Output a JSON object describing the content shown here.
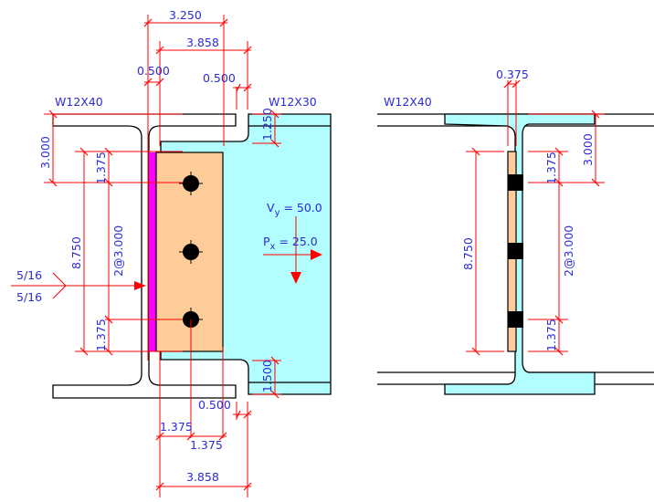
{
  "left_view": {
    "column_label": "W12X40",
    "beam_label": "W12X30",
    "dims": {
      "top_3250": "3.250",
      "top_3858": "3.858",
      "top_0500_left": "0.500",
      "top_0500_right": "0.500",
      "cope_top": "1.250",
      "cope_bottom": "1.500",
      "col_flange_3000": "3.000",
      "edge_top_1375": "1.375",
      "bolt_spacing": "2@3.000",
      "edge_bottom_1375": "1.375",
      "plate_length": "8.750",
      "bottom_0500": "0.500",
      "bottom_1375_a": "1.375",
      "bottom_1375_b": "1.375",
      "bottom_3858": "3.858"
    },
    "weld": {
      "top": "5/16",
      "bottom": "5/16"
    },
    "loads": {
      "vy_label": "V",
      "vy_sub": "y",
      "vy_value": " = 50.0",
      "px_label": "P",
      "px_sub": "x",
      "px_value": " = 25.0"
    }
  },
  "right_view": {
    "column_label": "W12X40",
    "dims": {
      "plate_thickness": "0.375",
      "col_flange_3000": "3.000",
      "edge_top_1375": "1.375",
      "bolt_spacing": "2@3.000",
      "edge_bottom_1375": "1.375",
      "plate_length": "8.750"
    }
  },
  "colors": {
    "dimension_line": "#ff0000",
    "label_text": "#2b2bd9",
    "beam_fill": "#b2fdfd",
    "plate_fill": "#fdcc99",
    "weld_fill": "#ff00ff"
  }
}
